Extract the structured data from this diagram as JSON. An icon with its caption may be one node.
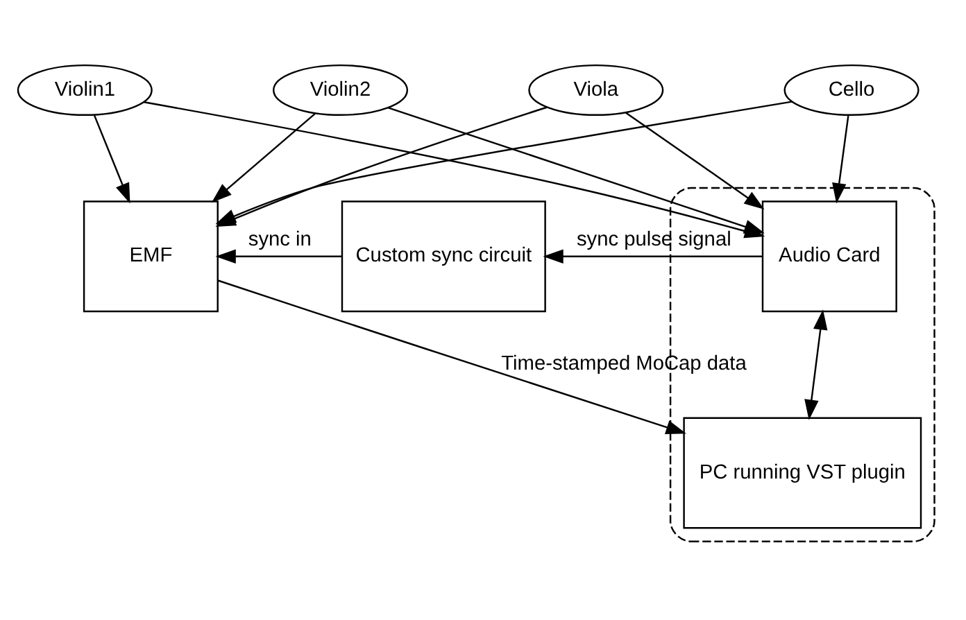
{
  "diagram": {
    "nodes": [
      {
        "text": [
          "Violin1"
        ]
      },
      {
        "text": [
          "Violin2"
        ]
      },
      {
        "text": [
          "Viola"
        ]
      },
      {
        "text": [
          "Cello"
        ]
      },
      {
        "text": [],
        "shape": "box"
      },
      {
        "text": [
          "EMF"
        ]
      },
      {
        "text": [
          "Custom sync circuit"
        ]
      },
      {
        "text": [
          "Audio Card"
        ],
        "in": 4
      },
      {
        "text": [
          "PC running VST plugin"
        ],
        "in": 4
      }
    ],
    "edges": [
      {
        "from": 0,
        "to": 5,
        "arrow": "to"
      },
      {
        "from": 0,
        "to": 7,
        "arrow": "to"
      },
      {
        "from": 1,
        "to": 5,
        "arrow": "to"
      },
      {
        "from": 1,
        "to": 7,
        "arrow": "to"
      },
      {
        "from": 2,
        "to": 5,
        "arrow": "to"
      },
      {
        "from": 2,
        "to": 7,
        "arrow": "to"
      },
      {
        "from": 3,
        "to": 5,
        "arrow": "to"
      },
      {
        "from": 3,
        "to": 7,
        "arrow": "to"
      },
      {
        "from": 7,
        "to": 6,
        "arrow": "to",
        "label": "sync pulse signal"
      },
      {
        "from": 6,
        "to": 5,
        "arrow": "to",
        "label": "sync in"
      },
      {
        "from": 7,
        "to": 8,
        "arrow": "both"
      },
      {
        "from": 5,
        "to": 8,
        "arrow": "to",
        "label": "Time-stamped MoCap data"
      }
    ]
  }
}
